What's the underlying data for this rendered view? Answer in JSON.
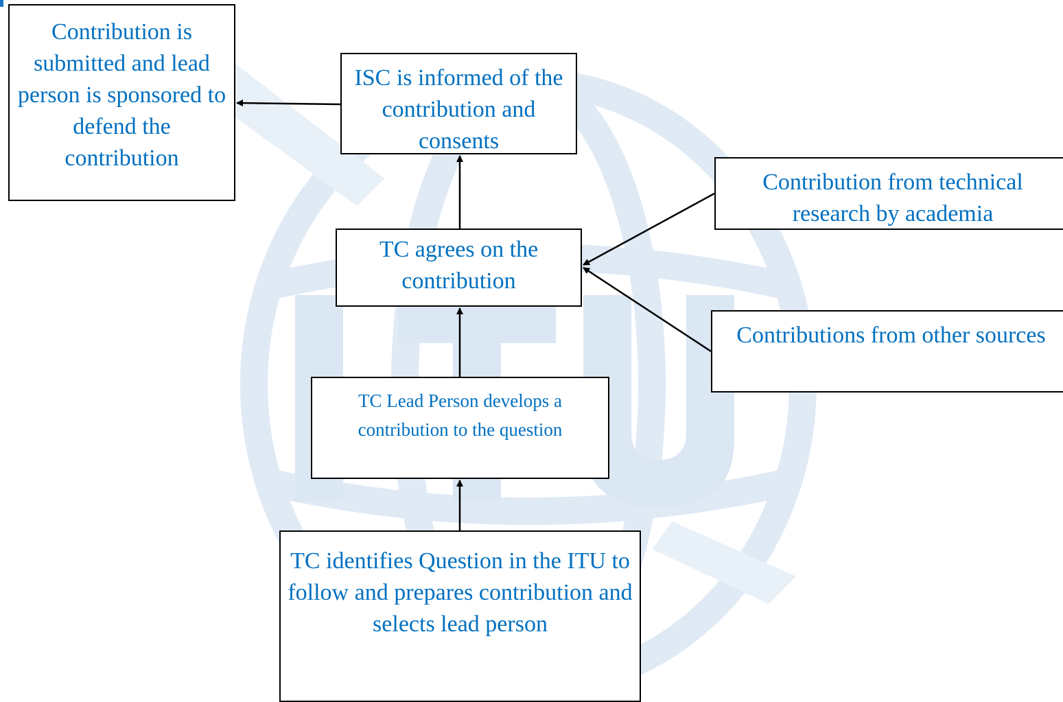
{
  "diagram": {
    "nodes": {
      "submitted": {
        "text": "Contribution is submitted and lead person is sponsored to defend the contribution"
      },
      "isc": {
        "text": "ISC is informed of the contribution and consents"
      },
      "academia": {
        "text": "Contribution from technical research by academia"
      },
      "tc_agrees": {
        "text": "TC agrees on the contribution"
      },
      "other_sources": {
        "text": "Contributions from other sources"
      },
      "lead_develops": {
        "text": "TC Lead Person develops a contribution to the question"
      },
      "identifies": {
        "text": "TC identifies Question in the ITU to follow and prepares contribution and selects lead person"
      }
    },
    "edges": [
      {
        "from": "identifies",
        "to": "lead_develops"
      },
      {
        "from": "lead_develops",
        "to": "tc_agrees"
      },
      {
        "from": "academia",
        "to": "tc_agrees"
      },
      {
        "from": "other_sources",
        "to": "tc_agrees"
      },
      {
        "from": "tc_agrees",
        "to": "isc"
      },
      {
        "from": "isc",
        "to": "submitted"
      }
    ],
    "colors": {
      "text": "#0070c0",
      "border": "#000000",
      "watermark": "#dce8f4"
    }
  }
}
